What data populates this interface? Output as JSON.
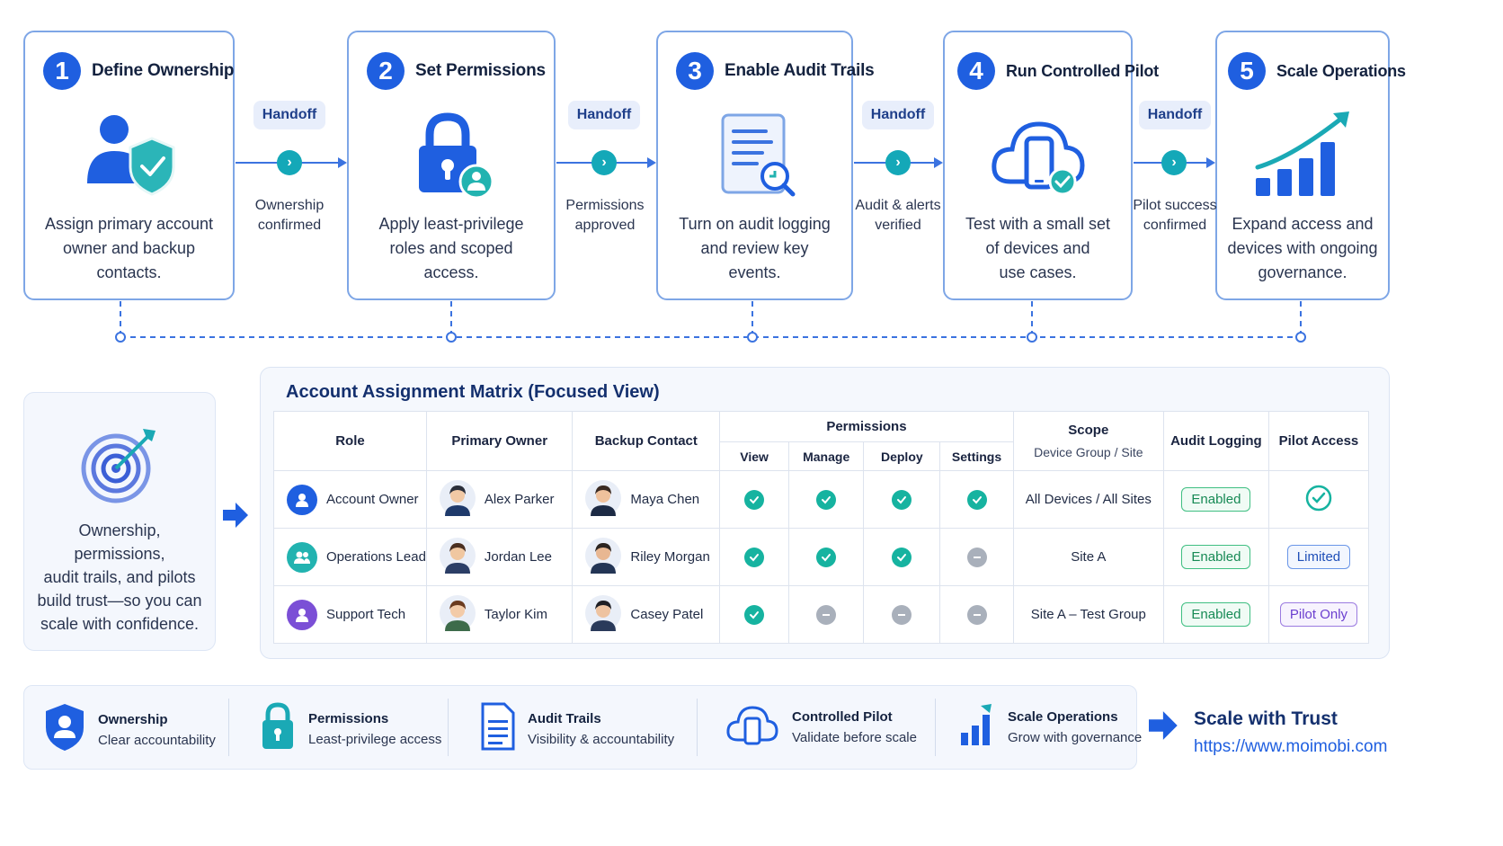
{
  "steps": [
    {
      "num": "1",
      "title": "Define Ownership",
      "desc": [
        "Assign primary account",
        "owner and backup",
        "contacts."
      ],
      "icon": "user-shield-icon"
    },
    {
      "num": "2",
      "title": "Set Permissions",
      "desc": [
        "Apply least-privilege",
        "roles and scoped",
        "access."
      ],
      "icon": "lock-user-icon"
    },
    {
      "num": "3",
      "title": "Enable Audit Trails",
      "desc": [
        "Turn on audit logging",
        "and review key",
        "events."
      ],
      "icon": "document-search-icon"
    },
    {
      "num": "4",
      "title": "Run Controlled Pilot",
      "desc": [
        "Test with a small set",
        "of devices and",
        "use cases."
      ],
      "icon": "cloud-device-icon"
    },
    {
      "num": "5",
      "title": "Scale Operations",
      "desc": [
        "Expand access and",
        "devices with ongoing",
        "governance."
      ],
      "icon": "growth-chart-icon"
    }
  ],
  "handoffs": [
    {
      "label": "Handoff",
      "note": [
        "Ownership",
        "confirmed"
      ]
    },
    {
      "label": "Handoff",
      "note": [
        "Permissions",
        "approved"
      ]
    },
    {
      "label": "Handoff",
      "note": [
        "Audit & alerts",
        "verified"
      ]
    },
    {
      "label": "Handoff",
      "note": [
        "Pilot success",
        "confirmed"
      ]
    }
  ],
  "callout": {
    "icon": "target-icon",
    "text": [
      "Ownership, permissions,",
      "audit trails, and pilots",
      "build trust—so you can",
      "scale with confidence."
    ]
  },
  "matrix": {
    "title": "Account Assignment Matrix (Focused View)",
    "headers": {
      "role": "Role",
      "primary": "Primary Owner",
      "backup": "Backup Contact",
      "permissions": "Permissions",
      "perm_cols": [
        "View",
        "Manage",
        "Deploy",
        "Settings"
      ],
      "scope": "Scope",
      "scope_sub": "Device Group / Site",
      "audit": "Audit Logging",
      "pilot": "Pilot Access"
    },
    "rows": [
      {
        "role": "Account Owner",
        "role_color": "#1f5fe0",
        "primary": "Alex Parker",
        "backup": "Maya Chen",
        "perms": [
          true,
          true,
          true,
          true
        ],
        "scope": "All Devices / All Sites",
        "audit": "Enabled",
        "pilot": "check",
        "pilot_style": "check"
      },
      {
        "role": "Operations Lead",
        "role_color": "#22b3b0",
        "primary": "Jordan Lee",
        "backup": "Riley Morgan",
        "perms": [
          true,
          true,
          true,
          false
        ],
        "scope": "Site A",
        "audit": "Enabled",
        "pilot": "Limited",
        "pilot_style": "blue"
      },
      {
        "role": "Support Tech",
        "role_color": "#7b4fd6",
        "primary": "Taylor Kim",
        "backup": "Casey Patel",
        "perms": [
          true,
          false,
          false,
          false
        ],
        "scope": "Site A – Test Group",
        "audit": "Enabled",
        "pilot": "Pilot Only",
        "pilot_style": "purple"
      }
    ]
  },
  "footer": [
    {
      "title": "Ownership",
      "sub": "Clear accountability",
      "icon": "shield-user-icon"
    },
    {
      "title": "Permissions",
      "sub": "Least-privilege access",
      "icon": "lock-icon"
    },
    {
      "title": "Audit Trails",
      "sub": "Visibility & accountability",
      "icon": "document-icon"
    },
    {
      "title": "Controlled Pilot",
      "sub": "Validate before scale",
      "icon": "cloud-device-icon"
    },
    {
      "title": "Scale Operations",
      "sub": "Grow with governance",
      "icon": "bar-growth-icon"
    }
  ],
  "cta": {
    "title": "Scale with Trust",
    "link": "https://www.moimobi.com"
  }
}
